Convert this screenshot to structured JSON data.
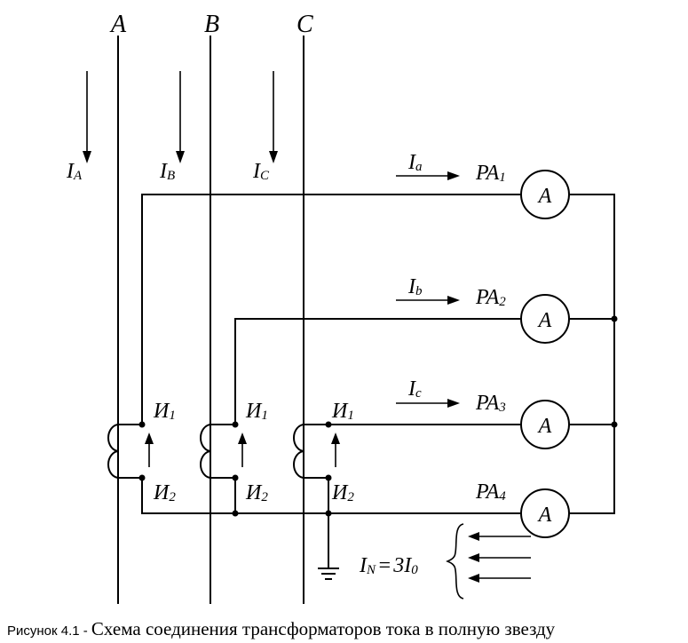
{
  "phases": {
    "a": "A",
    "b": "B",
    "c": "C"
  },
  "line_currents": {
    "a": {
      "main": "I",
      "sub": "A"
    },
    "b": {
      "main": "I",
      "sub": "B"
    },
    "c": {
      "main": "I",
      "sub": "C"
    }
  },
  "secondary_currents": {
    "a": {
      "main": "I",
      "sub": "a"
    },
    "b": {
      "main": "I",
      "sub": "b"
    },
    "c": {
      "main": "I",
      "sub": "c"
    }
  },
  "ammeters": [
    {
      "main": "PA",
      "sub": "1",
      "symbol": "A"
    },
    {
      "main": "PA",
      "sub": "2",
      "symbol": "A"
    },
    {
      "main": "PA",
      "sub": "3",
      "symbol": "A"
    },
    {
      "main": "PA",
      "sub": "4",
      "symbol": "A"
    }
  ],
  "terminals": {
    "start_main": "И",
    "start_sub": "1",
    "end_main": "И",
    "end_sub": "2"
  },
  "neutral_current": {
    "main": "I",
    "sub": "N",
    "rel": "=",
    "value": "3I",
    "value_sub": "0"
  },
  "caption": {
    "prefix": "Рисунок 4.1 - ",
    "text": "Схема соединения трансформаторов тока в полную звезду"
  }
}
